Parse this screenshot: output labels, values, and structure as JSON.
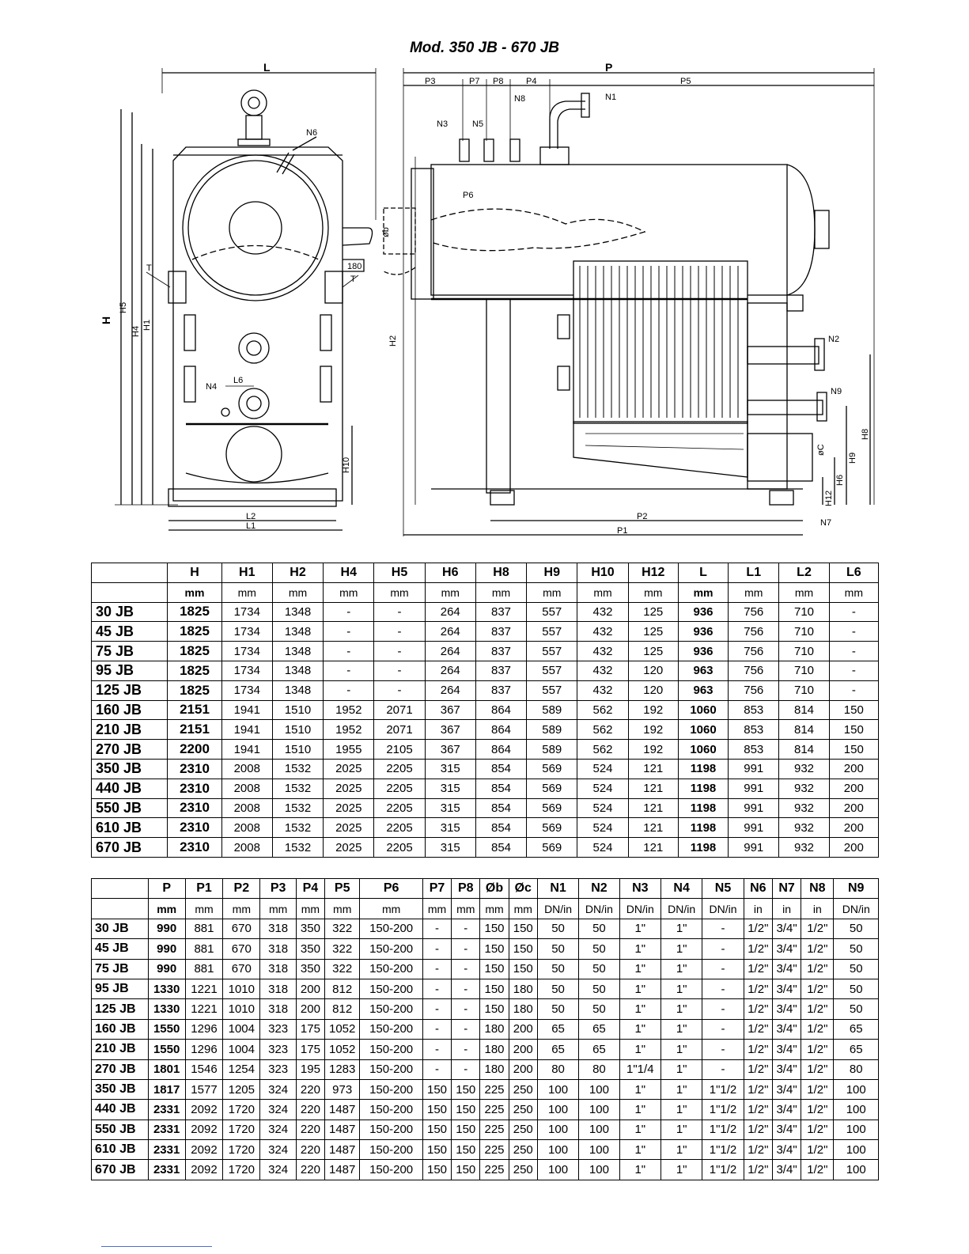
{
  "title": "Mod. 350 JB - 670 JB",
  "drawing_labels": {
    "L": "L",
    "P": "P",
    "H": "H",
    "H1": "H1",
    "H2": "H2",
    "H4": "H4",
    "H5": "H5",
    "H6": "H6",
    "H8": "H8",
    "H9": "H9",
    "H10": "H10",
    "H12": "H12",
    "L1": "L1",
    "L2": "L2",
    "L6": "L6",
    "P1": "P1",
    "P2": "P2",
    "P3": "P3",
    "P4": "P4",
    "P5": "P5",
    "P6": "P6",
    "P7": "P7",
    "P8": "P8",
    "N1": "N1",
    "N2": "N2",
    "N3": "N3",
    "N4": "N4",
    "N5": "N5",
    "N6": "N6",
    "N7": "N7",
    "N8": "N8",
    "N9": "N9",
    "T_left": "T",
    "T_right": "T",
    "dim180": "180",
    "phi_b": "øb",
    "phi_c": "øC"
  },
  "table1": {
    "header": [
      "",
      "H",
      "H1",
      "H2",
      "H4",
      "H5",
      "H6",
      "H8",
      "H9",
      "H10",
      "H12",
      "L",
      "L1",
      "L2",
      "L6"
    ],
    "units": [
      "",
      "mm",
      "mm",
      "mm",
      "mm",
      "mm",
      "mm",
      "mm",
      "mm",
      "mm",
      "mm",
      "mm",
      "mm",
      "mm",
      "mm"
    ],
    "rows": [
      [
        "30 JB",
        "1825",
        "1734",
        "1348",
        "-",
        "-",
        "264",
        "837",
        "557",
        "432",
        "125",
        "936",
        "756",
        "710",
        "-"
      ],
      [
        "45 JB",
        "1825",
        "1734",
        "1348",
        "-",
        "-",
        "264",
        "837",
        "557",
        "432",
        "125",
        "936",
        "756",
        "710",
        "-"
      ],
      [
        "75 JB",
        "1825",
        "1734",
        "1348",
        "-",
        "-",
        "264",
        "837",
        "557",
        "432",
        "125",
        "936",
        "756",
        "710",
        "-"
      ],
      [
        "95 JB",
        "1825",
        "1734",
        "1348",
        "-",
        "-",
        "264",
        "837",
        "557",
        "432",
        "120",
        "963",
        "756",
        "710",
        "-"
      ],
      [
        "125 JB",
        "1825",
        "1734",
        "1348",
        "-",
        "-",
        "264",
        "837",
        "557",
        "432",
        "120",
        "963",
        "756",
        "710",
        "-"
      ],
      [
        "160 JB",
        "2151",
        "1941",
        "1510",
        "1952",
        "2071",
        "367",
        "864",
        "589",
        "562",
        "192",
        "1060",
        "853",
        "814",
        "150"
      ],
      [
        "210 JB",
        "2151",
        "1941",
        "1510",
        "1952",
        "2071",
        "367",
        "864",
        "589",
        "562",
        "192",
        "1060",
        "853",
        "814",
        "150"
      ],
      [
        "270 JB",
        "2200",
        "1941",
        "1510",
        "1955",
        "2105",
        "367",
        "864",
        "589",
        "562",
        "192",
        "1060",
        "853",
        "814",
        "150"
      ],
      [
        "350 JB",
        "2310",
        "2008",
        "1532",
        "2025",
        "2205",
        "315",
        "854",
        "569",
        "524",
        "121",
        "1198",
        "991",
        "932",
        "200"
      ],
      [
        "440 JB",
        "2310",
        "2008",
        "1532",
        "2025",
        "2205",
        "315",
        "854",
        "569",
        "524",
        "121",
        "1198",
        "991",
        "932",
        "200"
      ],
      [
        "550 JB",
        "2310",
        "2008",
        "1532",
        "2025",
        "2205",
        "315",
        "854",
        "569",
        "524",
        "121",
        "1198",
        "991",
        "932",
        "200"
      ],
      [
        "610 JB",
        "2310",
        "2008",
        "1532",
        "2025",
        "2205",
        "315",
        "854",
        "569",
        "524",
        "121",
        "1198",
        "991",
        "932",
        "200"
      ],
      [
        "670 JB",
        "2310",
        "2008",
        "1532",
        "2025",
        "2205",
        "315",
        "854",
        "569",
        "524",
        "121",
        "1198",
        "991",
        "932",
        "200"
      ]
    ]
  },
  "table2": {
    "header": [
      "",
      "P",
      "P1",
      "P2",
      "P3",
      "P4",
      "P5",
      "P6",
      "P7",
      "P8",
      "Øb",
      "Øc",
      "N1",
      "N2",
      "N3",
      "N4",
      "N5",
      "N6",
      "N7",
      "N8",
      "N9"
    ],
    "units": [
      "",
      "mm",
      "mm",
      "mm",
      "mm",
      "mm",
      "mm",
      "mm",
      "mm",
      "mm",
      "mm",
      "mm",
      "DN/in",
      "DN/in",
      "DN/in",
      "DN/in",
      "DN/in",
      "in",
      "in",
      "in",
      "DN/in"
    ],
    "rows": [
      [
        "30 JB",
        "990",
        "881",
        "670",
        "318",
        "350",
        "322",
        "150-200",
        "-",
        "-",
        "150",
        "150",
        "50",
        "50",
        "1\"",
        "1\"",
        "-",
        "1/2\"",
        "3/4\"",
        "1/2\"",
        "50"
      ],
      [
        "45 JB",
        "990",
        "881",
        "670",
        "318",
        "350",
        "322",
        "150-200",
        "-",
        "-",
        "150",
        "150",
        "50",
        "50",
        "1\"",
        "1\"",
        "-",
        "1/2\"",
        "3/4\"",
        "1/2\"",
        "50"
      ],
      [
        "75 JB",
        "990",
        "881",
        "670",
        "318",
        "350",
        "322",
        "150-200",
        "-",
        "-",
        "150",
        "150",
        "50",
        "50",
        "1\"",
        "1\"",
        "-",
        "1/2\"",
        "3/4\"",
        "1/2\"",
        "50"
      ],
      [
        "95 JB",
        "1330",
        "1221",
        "1010",
        "318",
        "200",
        "812",
        "150-200",
        "-",
        "-",
        "150",
        "180",
        "50",
        "50",
        "1\"",
        "1\"",
        "-",
        "1/2\"",
        "3/4\"",
        "1/2\"",
        "50"
      ],
      [
        "125 JB",
        "1330",
        "1221",
        "1010",
        "318",
        "200",
        "812",
        "150-200",
        "-",
        "-",
        "150",
        "180",
        "50",
        "50",
        "1\"",
        "1\"",
        "-",
        "1/2\"",
        "3/4\"",
        "1/2\"",
        "50"
      ],
      [
        "160 JB",
        "1550",
        "1296",
        "1004",
        "323",
        "175",
        "1052",
        "150-200",
        "-",
        "-",
        "180",
        "200",
        "65",
        "65",
        "1\"",
        "1\"",
        "-",
        "1/2\"",
        "3/4\"",
        "1/2\"",
        "65"
      ],
      [
        "210 JB",
        "1550",
        "1296",
        "1004",
        "323",
        "175",
        "1052",
        "150-200",
        "-",
        "-",
        "180",
        "200",
        "65",
        "65",
        "1\"",
        "1\"",
        "-",
        "1/2\"",
        "3/4\"",
        "1/2\"",
        "65"
      ],
      [
        "270 JB",
        "1801",
        "1546",
        "1254",
        "323",
        "195",
        "1283",
        "150-200",
        "-",
        "-",
        "180",
        "200",
        "80",
        "80",
        "1\"1/4",
        "1\"",
        "-",
        "1/2\"",
        "3/4\"",
        "1/2\"",
        "80"
      ],
      [
        "350 JB",
        "1817",
        "1577",
        "1205",
        "324",
        "220",
        "973",
        "150-200",
        "150",
        "150",
        "225",
        "250",
        "100",
        "100",
        "1\"",
        "1\"",
        "1\"1/2",
        "1/2\"",
        "3/4\"",
        "1/2\"",
        "100"
      ],
      [
        "440 JB",
        "2331",
        "2092",
        "1720",
        "324",
        "220",
        "1487",
        "150-200",
        "150",
        "150",
        "225",
        "250",
        "100",
        "100",
        "1\"",
        "1\"",
        "1\"1/2",
        "1/2\"",
        "3/4\"",
        "1/2\"",
        "100"
      ],
      [
        "550 JB",
        "2331",
        "2092",
        "1720",
        "324",
        "220",
        "1487",
        "150-200",
        "150",
        "150",
        "225",
        "250",
        "100",
        "100",
        "1\"",
        "1\"",
        "1\"1/2",
        "1/2\"",
        "3/4\"",
        "1/2\"",
        "100"
      ],
      [
        "610 JB",
        "2331",
        "2092",
        "1720",
        "324",
        "220",
        "1487",
        "150-200",
        "150",
        "150",
        "225",
        "250",
        "100",
        "100",
        "1\"",
        "1\"",
        "1\"1/2",
        "1/2\"",
        "3/4\"",
        "1/2\"",
        "100"
      ],
      [
        "670 JB",
        "2331",
        "2092",
        "1720",
        "324",
        "220",
        "1487",
        "150-200",
        "150",
        "150",
        "225",
        "250",
        "100",
        "100",
        "1\"",
        "1\"",
        "1\"1/2",
        "1/2\"",
        "3/4\"",
        "1/2\"",
        "100"
      ]
    ]
  }
}
